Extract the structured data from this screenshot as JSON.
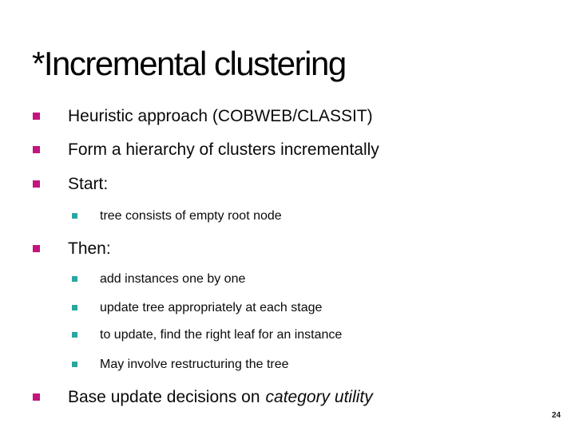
{
  "slide": {
    "title": "*Incremental clustering",
    "page_number": "24"
  },
  "colors": {
    "level1_bullet": "#c4157f",
    "level2_bullet": "#29a7a0",
    "text": "#0a0a0a",
    "background": "#ffffff"
  },
  "content": {
    "items": [
      {
        "level": 1,
        "text": "Heuristic approach (COBWEB/CLASSIT)"
      },
      {
        "level": 1,
        "text": "Form a hierarchy of clusters incrementally"
      },
      {
        "level": 1,
        "text": "Start:"
      },
      {
        "level": 2,
        "text": "tree consists of empty root node"
      },
      {
        "level": 1,
        "text": "Then:"
      },
      {
        "level": 2,
        "text": "add instances one by one"
      },
      {
        "level": 2,
        "text": "update tree appropriately at each stage"
      },
      {
        "level": 2,
        "text": "to update, find the right leaf for an instance"
      },
      {
        "level": 2,
        "text": "May involve restructuring the tree"
      },
      {
        "level": 1,
        "text": "Base update decisions on",
        "italic_text": "category utility"
      }
    ]
  }
}
